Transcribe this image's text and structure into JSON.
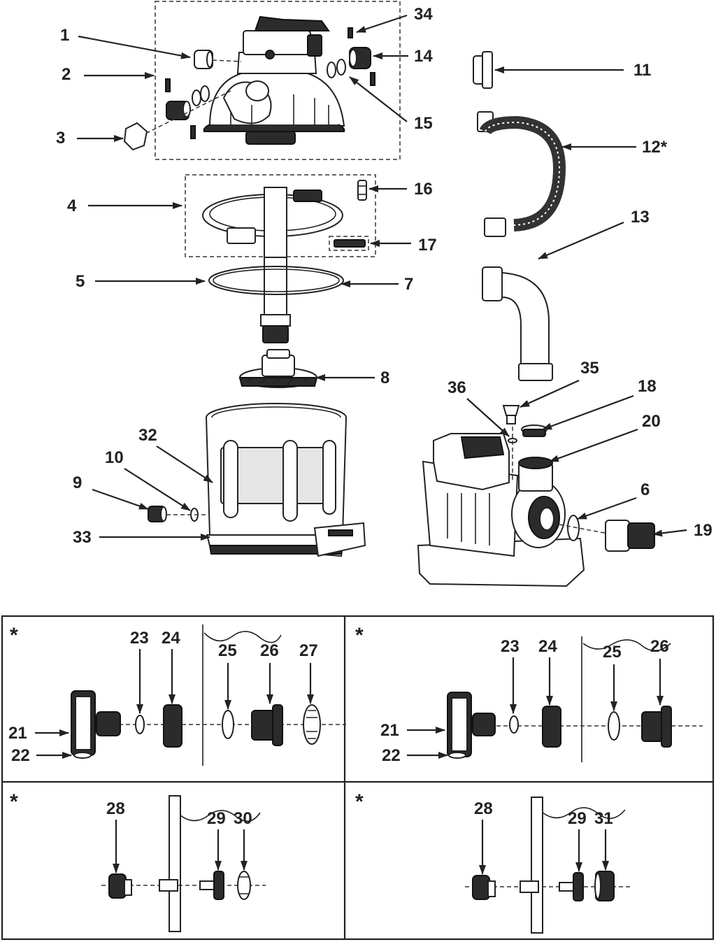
{
  "diagram": {
    "title": "Sand filter pump exploded parts diagram",
    "callouts": [
      {
        "id": "c1",
        "text": "1"
      },
      {
        "id": "c2",
        "text": "2"
      },
      {
        "id": "c3",
        "text": "3"
      },
      {
        "id": "c4",
        "text": "4"
      },
      {
        "id": "c5",
        "text": "5"
      },
      {
        "id": "c6",
        "text": "6"
      },
      {
        "id": "c7",
        "text": "7"
      },
      {
        "id": "c8",
        "text": "8"
      },
      {
        "id": "c9",
        "text": "9"
      },
      {
        "id": "c10",
        "text": "10"
      },
      {
        "id": "c11",
        "text": "11"
      },
      {
        "id": "c12",
        "text": "12*"
      },
      {
        "id": "c13",
        "text": "13"
      },
      {
        "id": "c14",
        "text": "14"
      },
      {
        "id": "c15",
        "text": "15"
      },
      {
        "id": "c16",
        "text": "16"
      },
      {
        "id": "c17",
        "text": "17"
      },
      {
        "id": "c18",
        "text": "18"
      },
      {
        "id": "c19",
        "text": "19"
      },
      {
        "id": "c20",
        "text": "20"
      },
      {
        "id": "c32",
        "text": "32"
      },
      {
        "id": "c33",
        "text": "33"
      },
      {
        "id": "c34",
        "text": "34"
      },
      {
        "id": "c35",
        "text": "35"
      },
      {
        "id": "c36",
        "text": "36"
      }
    ],
    "panels": [
      {
        "marker": "*",
        "labels": [
          "21",
          "22",
          "23",
          "24",
          "25",
          "26",
          "27"
        ]
      },
      {
        "marker": "*",
        "labels": [
          "21",
          "22",
          "23",
          "24",
          "25",
          "26"
        ]
      },
      {
        "marker": "*",
        "labels": [
          "28",
          "29",
          "30"
        ]
      },
      {
        "marker": "*",
        "labels": [
          "28",
          "29",
          "31"
        ]
      }
    ]
  }
}
